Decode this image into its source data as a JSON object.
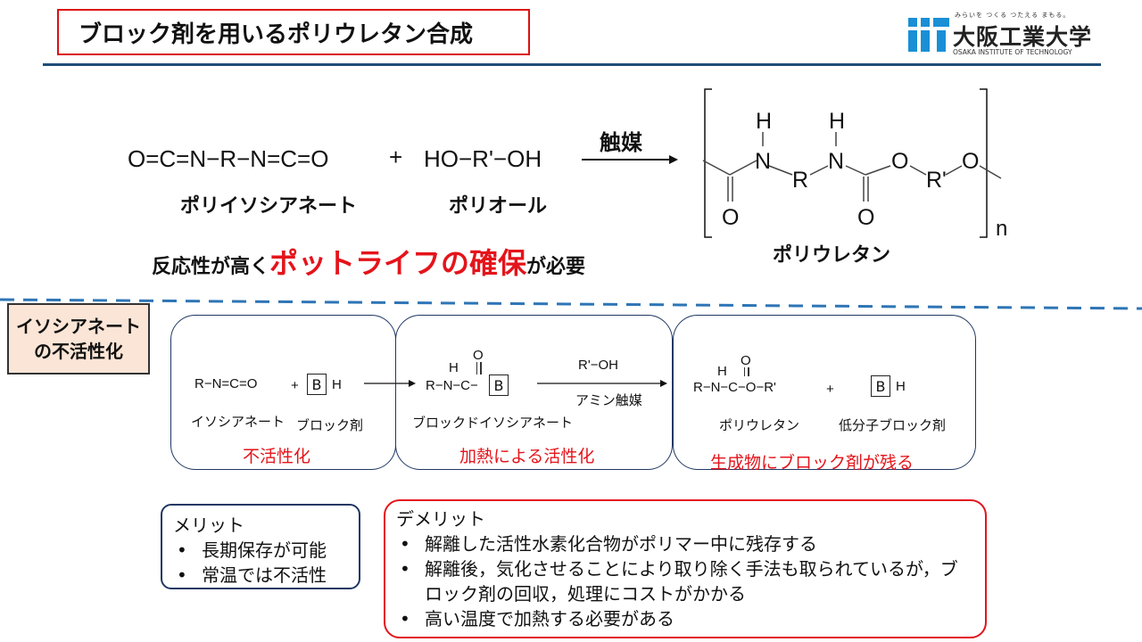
{
  "header": {
    "title": "ブロック剤を用いるポリウレタン合成",
    "logo_tagline": "みらいを つくる つたえる まもる。",
    "logo_name": "大阪工業大学",
    "logo_english": "OSAKA INSTITUTE OF TECHNOLOGY"
  },
  "reaction": {
    "isocyanate_formula": "O=C=N−R−N=C=O",
    "plus": "+",
    "polyol_formula": "HO−R'−OH",
    "catalyst": "触媒",
    "isocyanate_label": "ポリイソシアネート",
    "polyol_label": "ポリオール",
    "product_label": "ポリウレタン",
    "product_atoms": {
      "H": "H",
      "N": "N",
      "R": "R",
      "O": "O",
      "Rp": "R'",
      "n": "n"
    },
    "note_prefix": "反応性が高く",
    "note_highlight": "ポットライフの確保",
    "note_suffix": "が必要"
  },
  "blocking": {
    "heading_line1": "イソシアネート",
    "heading_line2": "の不活性化",
    "step1": {
      "isocyanate": "R−N=C=O",
      "plus": "+",
      "B": "B",
      "H": "H",
      "label_isocyanate": "イソシアネート",
      "label_blocker": "ブロック剤",
      "caption": "不活性化"
    },
    "step2": {
      "O": "O",
      "H": "H",
      "chain": "R−N−C−",
      "B": "B",
      "label": "ブロックドイソシアネート",
      "reagent": "R'−OH",
      "catalyst": "アミン触媒",
      "caption": "加熱による活性化"
    },
    "step3": {
      "O": "O",
      "H": "H",
      "chain": "R−N−C−O−R'",
      "plus": "+",
      "B": "B",
      "Hb": "H",
      "label_product": "ポリウレタン",
      "label_blocker": "低分子ブロック剤",
      "caption": "生成物にブロック剤が残る"
    }
  },
  "merit": {
    "title": "メリット",
    "items": [
      "長期保存が可能",
      "常温では不活性"
    ]
  },
  "demerit": {
    "title": "デメリット",
    "items": [
      "解離した活性水素化合物がポリマー中に残存する",
      "解離後，気化させることにより取り除く手法も取られているが，ブロック剤の回収，処理にコストがかかる",
      "高い温度で加熱する必要がある"
    ]
  },
  "colors": {
    "accent_red": "#e4141b",
    "navy": "#1f3864",
    "header_rule": "#1f4e79",
    "orange_fill": "#fbe5d6",
    "dash_blue": "#2e75b6"
  }
}
